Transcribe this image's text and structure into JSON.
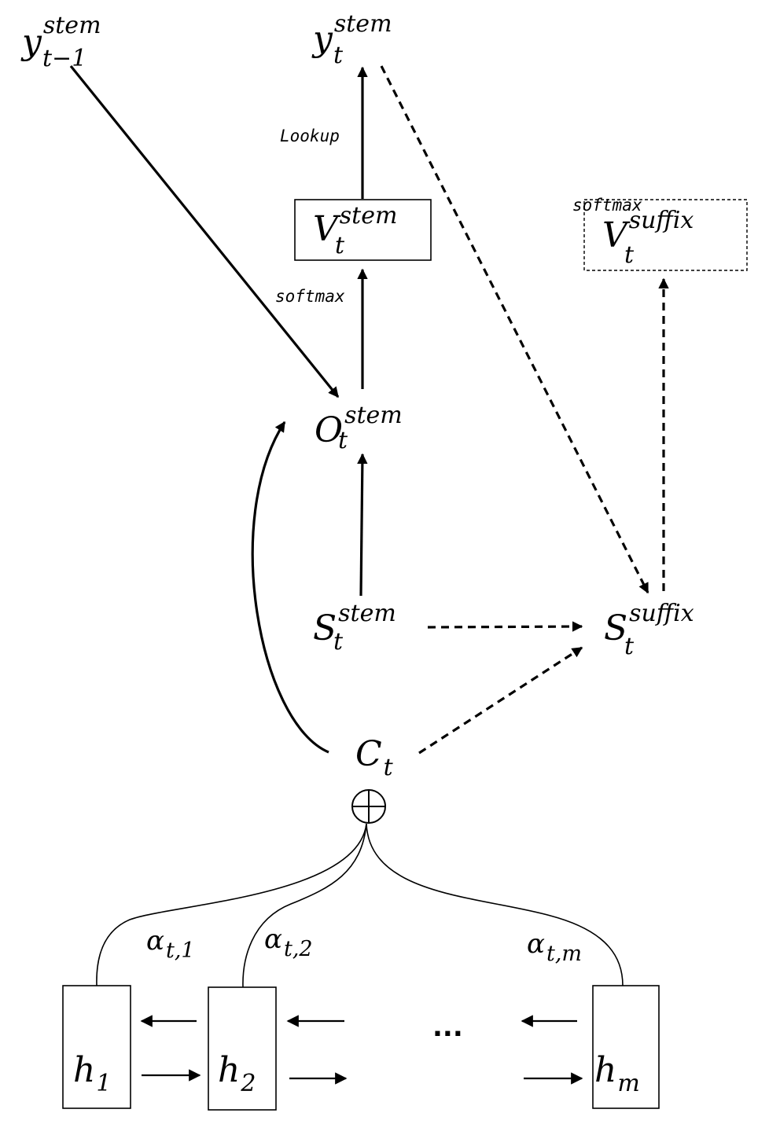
{
  "nodes": {
    "y_prev": {
      "base": "y",
      "sup": "stem",
      "sub": "t−1"
    },
    "y_t": {
      "base": "y",
      "sup": "stem",
      "sub": "t"
    },
    "v_stem": {
      "base": "V",
      "sup": "stem",
      "sub": "t"
    },
    "v_suffix": {
      "base": "V",
      "sup": "suffix",
      "sub": "t"
    },
    "o_stem": {
      "base": "O",
      "sup": "stem",
      "sub": "t"
    },
    "s_stem": {
      "base": "S",
      "sup": "stem",
      "sub": "t"
    },
    "s_suffix": {
      "base": "S",
      "sup": "suffix",
      "sub": "t"
    },
    "c_t": {
      "base": "C",
      "sub": "t"
    },
    "oplus": "⊕"
  },
  "labels": {
    "lookup": "Lookup",
    "softmax_stem": "softmax",
    "softmax_suffix": "softmax"
  },
  "encoder": {
    "h1": {
      "base": "h",
      "sub": "1"
    },
    "h2": {
      "base": "h",
      "sub": "2"
    },
    "hm": {
      "base": "h",
      "sub": "m"
    },
    "ellipsis": "...",
    "alpha1": {
      "base": "α",
      "sub": "t,1"
    },
    "alpha2": {
      "base": "α",
      "sub": "t,2"
    },
    "alpham": {
      "base": "α",
      "sub": "t,m"
    }
  }
}
